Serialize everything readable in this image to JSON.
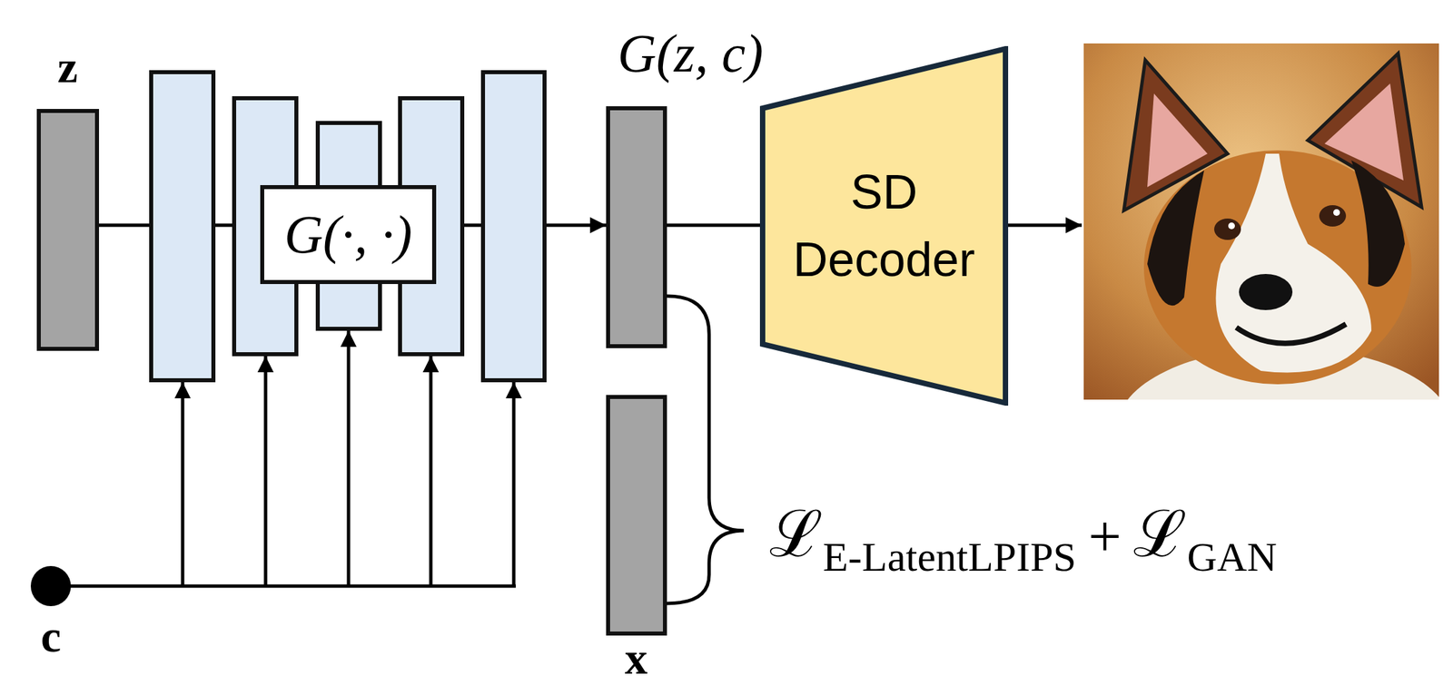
{
  "diagram": {
    "nodes": [
      {
        "text": [
          "z"
        ]
      },
      {
        "text": [
          "G(·, ·)"
        ]
      },
      {
        "text": [
          "c"
        ]
      },
      {
        "text": [
          "G(z, c)"
        ]
      },
      {
        "text": [
          "x"
        ]
      },
      {
        "text": [
          "SD Decoder"
        ]
      }
    ],
    "edges": [
      {
        "from": 0,
        "to": 1,
        "arrow": "none"
      },
      {
        "from": 1,
        "to": 3,
        "arrow": "to"
      },
      {
        "from": 3,
        "to": 5,
        "arrow": "none"
      }
    ],
    "labels": [
      "ℒ",
      "E-LatentLPIPS",
      "+",
      "ℒ",
      "GAN"
    ]
  }
}
